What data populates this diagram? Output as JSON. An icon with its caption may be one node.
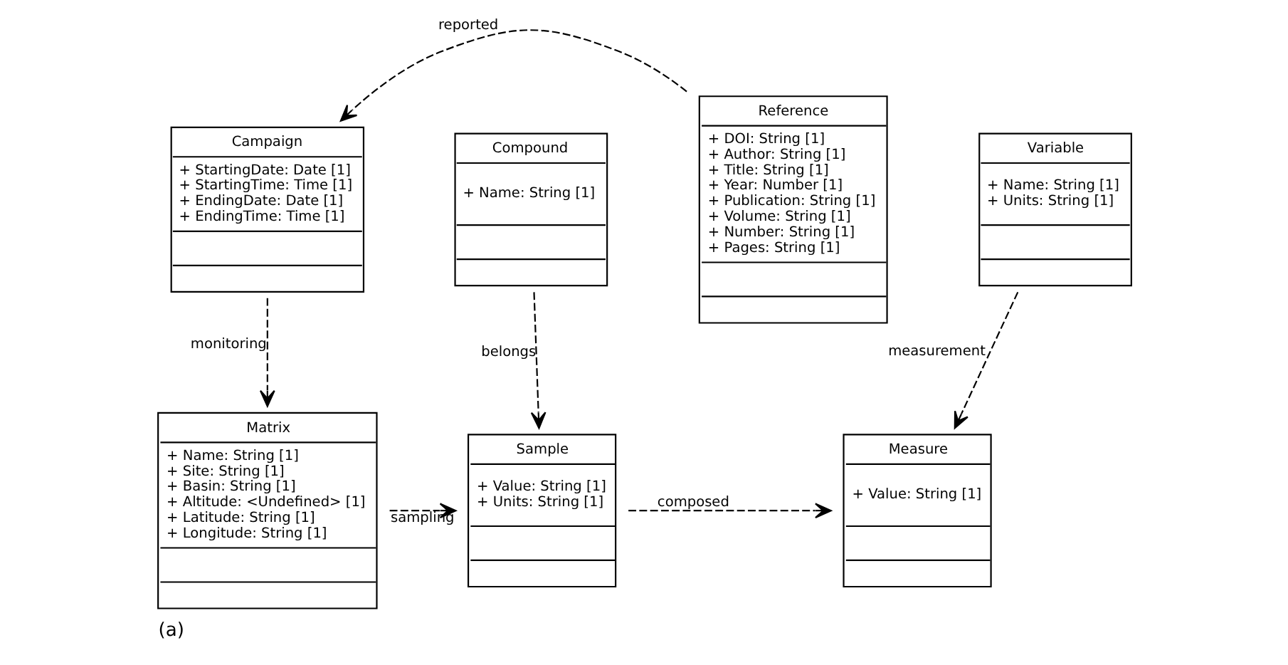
{
  "diagram": {
    "caption": "(a)",
    "nodes": [
      {
        "text": [
          "Campaign",
          "+ StartingDate: Date [1]",
          "+ StartingTime: Time [1]",
          "+ EndingDate: Date [1]",
          "+ EndingTime: Time [1]"
        ]
      },
      {
        "text": [
          "Compound",
          "+ Name: String [1]"
        ]
      },
      {
        "text": [
          "Variable",
          "+ Name: String [1]",
          "+ Units: String [1]"
        ]
      },
      {
        "text": [
          "Reference",
          "+ DOI: String [1]",
          "+ Author: String [1]",
          "+ Title: String [1]",
          "+ Year: Number [1]",
          "+ Publication: String [1]",
          "+ Volume: String [1]",
          "+ Number: String [1]",
          "+ Pages: String [1]"
        ]
      },
      {
        "text": [
          "Matrix",
          "+ Name: String [1]",
          "+ Site: String [1]",
          "+ Basin: String [1]",
          "+ Altitude: <Undefined> [1]",
          "+ Latitude: String [1]",
          "+ Longitude: String [1]"
        ]
      },
      {
        "text": [
          "Sample",
          "+ Value: String [1]",
          "+ Units: String [1]"
        ]
      },
      {
        "text": [
          "Measure",
          "+ Value: String [1]"
        ]
      }
    ],
    "edges": [
      {
        "from": 3,
        "to": 0,
        "arrow": "to",
        "label": "reported",
        "style": "dashed"
      },
      {
        "from": 0,
        "to": 4,
        "arrow": "to",
        "label": "monitoring",
        "style": "dashed"
      },
      {
        "from": 1,
        "to": 5,
        "arrow": "to",
        "label": "belongs",
        "style": "dashed"
      },
      {
        "from": 2,
        "to": 6,
        "arrow": "to",
        "label": "measurement",
        "style": "dashed"
      },
      {
        "from": 4,
        "to": 5,
        "arrow": "to",
        "label": "sampling",
        "style": "dashed"
      },
      {
        "from": 5,
        "to": 6,
        "arrow": "to",
        "label": "composed",
        "style": "dashed"
      }
    ]
  }
}
